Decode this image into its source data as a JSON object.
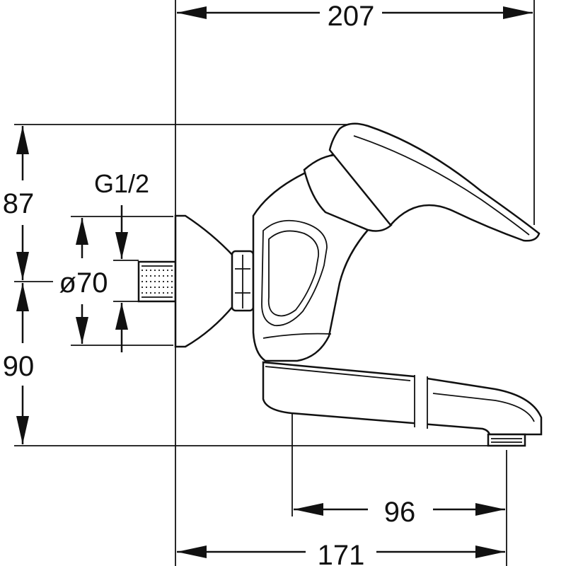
{
  "drawing": {
    "title": "",
    "dimensions": {
      "overall_width": "207",
      "upper_height": "87",
      "lower_height": "90",
      "thread": "G1/2",
      "rosette_diameter": "ø70",
      "spout_reach": "96",
      "outlet_projection": "171"
    }
  }
}
